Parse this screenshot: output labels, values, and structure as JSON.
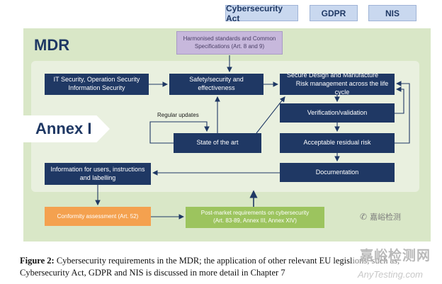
{
  "regulations": {
    "cybersecurity_act": "Cybersecurity Act",
    "gdpr": "GDPR",
    "nis": "NIS"
  },
  "mdr_label": "MDR",
  "annex_label": "Annex I",
  "harmonised": {
    "line1": "Harmonised standards and Common",
    "line2": "Specifications (Art. 8 and 9)"
  },
  "boxes": {
    "it_security": {
      "line1": "IT Security, Operation Security",
      "line2": "Information Security"
    },
    "safety": {
      "line1": "Safety/security and",
      "line2": "effectiveness"
    },
    "secure_design": {
      "line1": "Secure Design and Manufacture",
      "line2": "Risk management across the life cycle"
    },
    "verification": "Verification/validation",
    "acceptable_risk": "Acceptable residual risk",
    "state_of_art": "State of the art",
    "regular_updates": "Regular updates",
    "documentation": "Documentation",
    "information": {
      "line1": "Information for users, instructions",
      "line2": "and labelling"
    },
    "conformity": "Conformity assessment (Art. 52)",
    "post_market": {
      "line1": "Post-market requirements on cybersecurity",
      "line2": "(Art. 83-89, Annex III, Annex XIV)"
    }
  },
  "caption": {
    "label": "Figure 2:",
    "text1": "Cybersecurity requirements in the MDR; the application of other relevant EU legisl",
    "text2": "Cybersecurity Act, GDPR and NIS is discussed in more detail in Chapter 7"
  },
  "watermark": {
    "wechat": "嘉峪检测",
    "site_cn": "嘉峪检测网",
    "site_url": "AnyTesting.com",
    "obscured": "ions, such as,"
  }
}
